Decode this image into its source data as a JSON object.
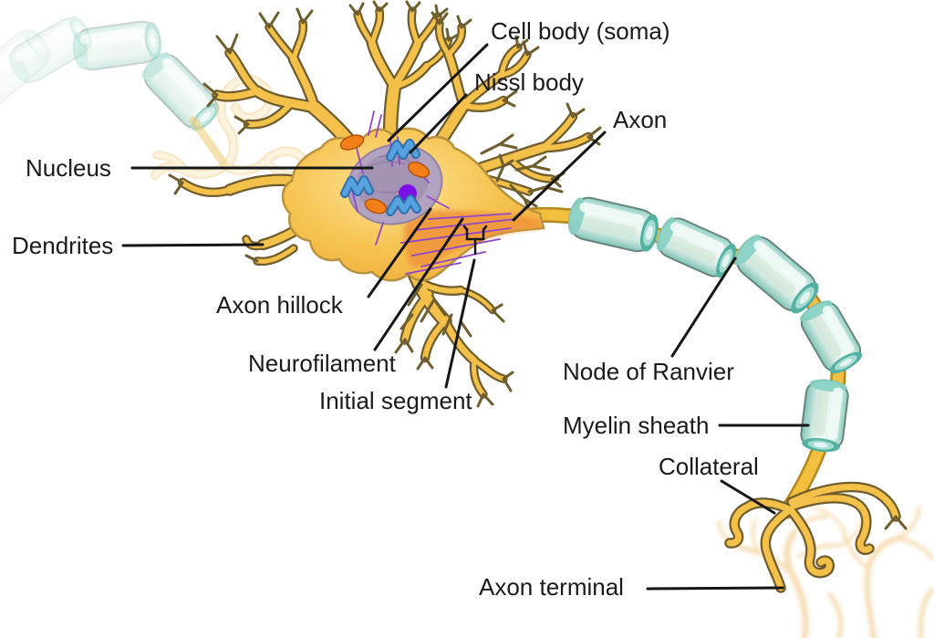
{
  "labels": {
    "cell_body": "Cell body (soma)",
    "nissl_body": "Nissl body",
    "axon": "Axon",
    "nucleus": "Nucleus",
    "dendrites": "Dendrites",
    "axon_hillock": "Axon hillock",
    "neurofilament": "Neurofilament",
    "initial_segment": "Initial segment",
    "node_of_ranvier": "Node of Ranvier",
    "myelin_sheath": "Myelin sheath",
    "collateral": "Collateral",
    "axon_terminal": "Axon terminal"
  },
  "palette": {
    "label_text": "#1a1a1a",
    "leader_line": "#161616",
    "dendrite_outline": "#6f5d2e",
    "dendrite_fill": "#f3c04a",
    "soma_fill": "#f6c350",
    "soma_highlight": "#fce49a",
    "axon_hillock_orange": "#f0933a",
    "axon_core": "#f2bf3e",
    "axon_edge": "#b4881f",
    "myelin_body": "#d9efe9",
    "myelin_ring": "#54b0a2",
    "nucleus": "#b2a3c0",
    "nucleolus": "#7b10e8",
    "nissl": "#55a2de",
    "mitochondrion": "#f57f17",
    "neurofilament": "#9147c8"
  }
}
